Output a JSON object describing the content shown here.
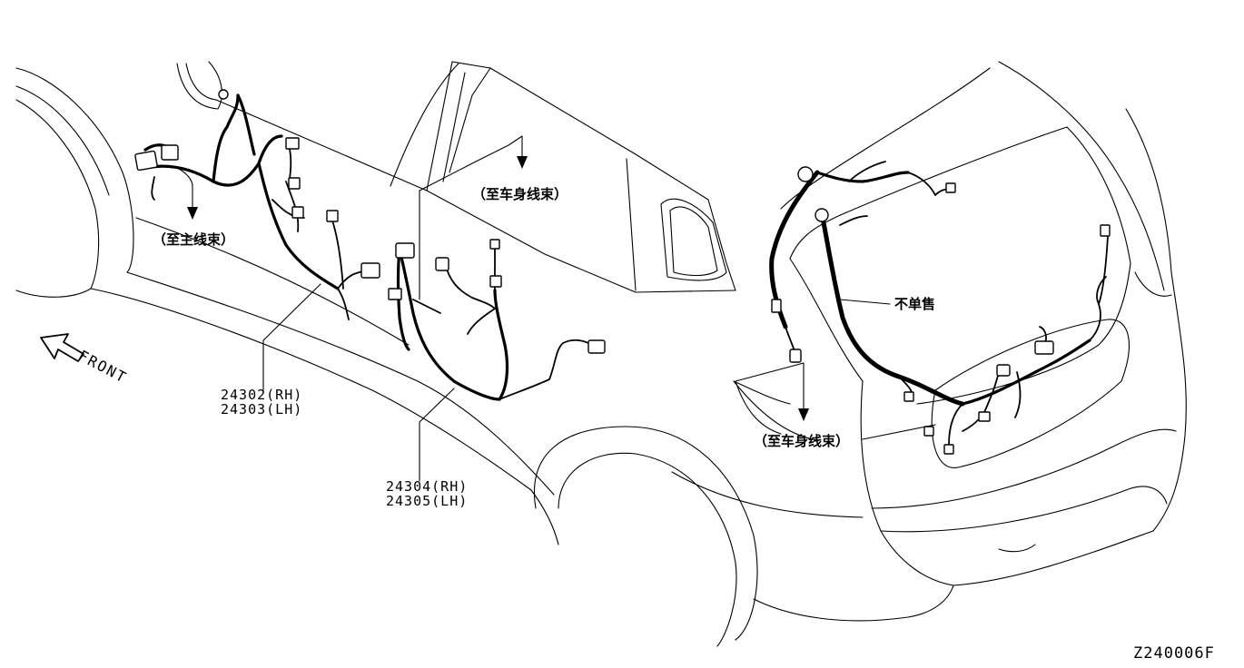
{
  "figure_code": "Z240006F",
  "direction_label": "FRONT",
  "callouts": {
    "main_harness": "（至主线束）",
    "body_harness_upper": "（至车身线束）",
    "body_harness_lower": "（至车身线束）",
    "not_sold_separately": "不单售"
  },
  "parts": {
    "rear_door_harness_rh": "24302(RH)",
    "rear_door_harness_lh": "24303(LH)",
    "back_door_harness_rh": "24304(RH)",
    "back_door_harness_lh": "24305(LH)"
  }
}
